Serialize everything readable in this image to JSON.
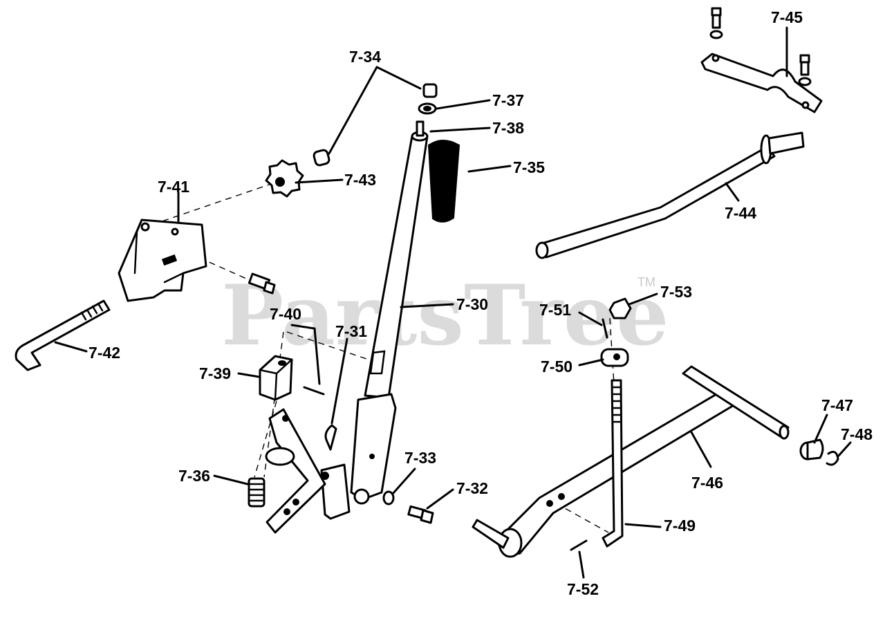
{
  "watermark": {
    "text": "PartsTree",
    "mark": "TM"
  },
  "labels": {
    "l7_30": "7-30",
    "l7_31": "7-31",
    "l7_32": "7-32",
    "l7_33": "7-33",
    "l7_34": "7-34",
    "l7_35": "7-35",
    "l7_36": "7-36",
    "l7_37": "7-37",
    "l7_38": "7-38",
    "l7_39": "7-39",
    "l7_40": "7-40",
    "l7_41": "7-41",
    "l7_42": "7-42",
    "l7_43": "7-43",
    "l7_44": "7-44",
    "l7_45": "7-45",
    "l7_46": "7-46",
    "l7_47": "7-47",
    "l7_48": "7-48",
    "l7_49": "7-49",
    "l7_50": "7-50",
    "l7_51": "7-51",
    "l7_52": "7-52",
    "l7_53": "7-53"
  }
}
